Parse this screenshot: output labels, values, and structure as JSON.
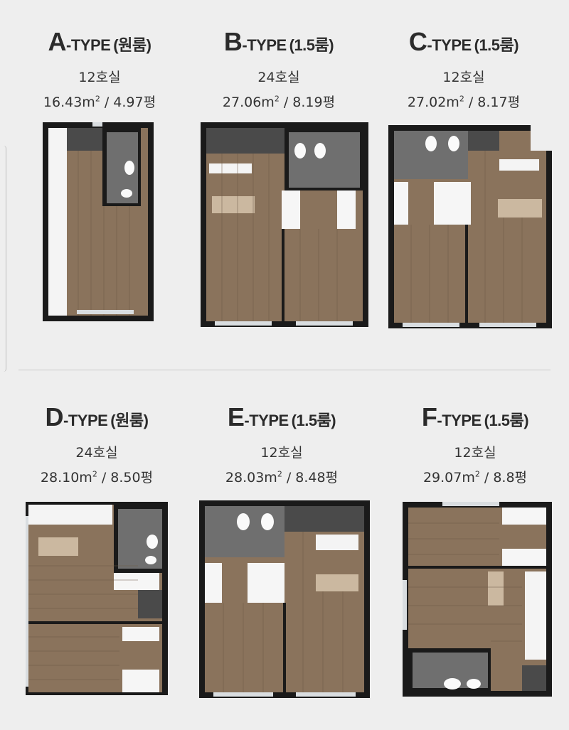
{
  "units": [
    {
      "letter": "A",
      "type": "-TYPE",
      "room": "(원룸)",
      "rooms": "12호실",
      "area_m": "16.43m",
      "area_p": " / 4.97평"
    },
    {
      "letter": "B",
      "type": "-TYPE",
      "room": "(1.5룸)",
      "rooms": "24호실",
      "area_m": "27.06m",
      "area_p": " / 8.19평"
    },
    {
      "letter": "C",
      "type": "-TYPE",
      "room": "(1.5룸)",
      "rooms": "12호실",
      "area_m": "27.02m",
      "area_p": " / 8.17평"
    },
    {
      "letter": "D",
      "type": "-TYPE",
      "room": "(원룸)",
      "rooms": "24호실",
      "area_m": "28.10m",
      "area_p": " / 8.50평"
    },
    {
      "letter": "E",
      "type": "-TYPE",
      "room": "(1.5룸)",
      "rooms": "12호실",
      "area_m": "28.03m",
      "area_p": " / 8.48평"
    },
    {
      "letter": "F",
      "type": "-TYPE",
      "room": "(1.5룸)",
      "rooms": "12호실",
      "area_m": "29.07m",
      "area_p": " / 8.8평"
    }
  ],
  "squared_sup": "2",
  "colors": {
    "background": "#eeeeee",
    "wall": "#1a1a1a",
    "wood": "#8a735c",
    "tile": "#6f6f6f",
    "white": "#f8f8f8"
  }
}
